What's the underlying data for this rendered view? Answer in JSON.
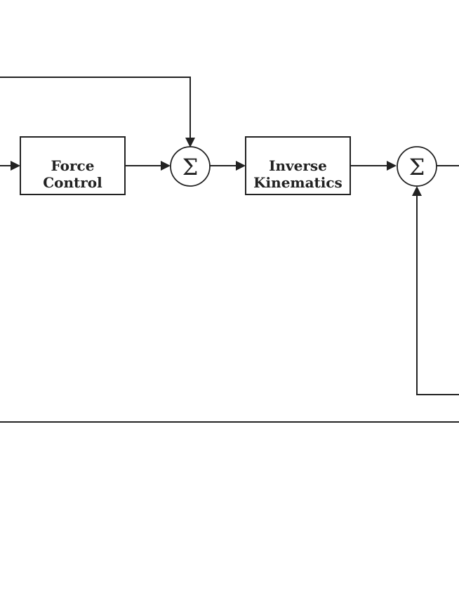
{
  "blocks": {
    "force_control": {
      "line1": "Force",
      "line2": "Control"
    },
    "inverse_kinematics": {
      "line1": "Inverse",
      "line2": "Kinematics"
    }
  },
  "summing_junctions": {
    "sum1": {
      "symbol": "Σ"
    },
    "sum2": {
      "symbol": "Σ"
    }
  },
  "colors": {
    "line": "#222222",
    "background": "#ffffff"
  }
}
